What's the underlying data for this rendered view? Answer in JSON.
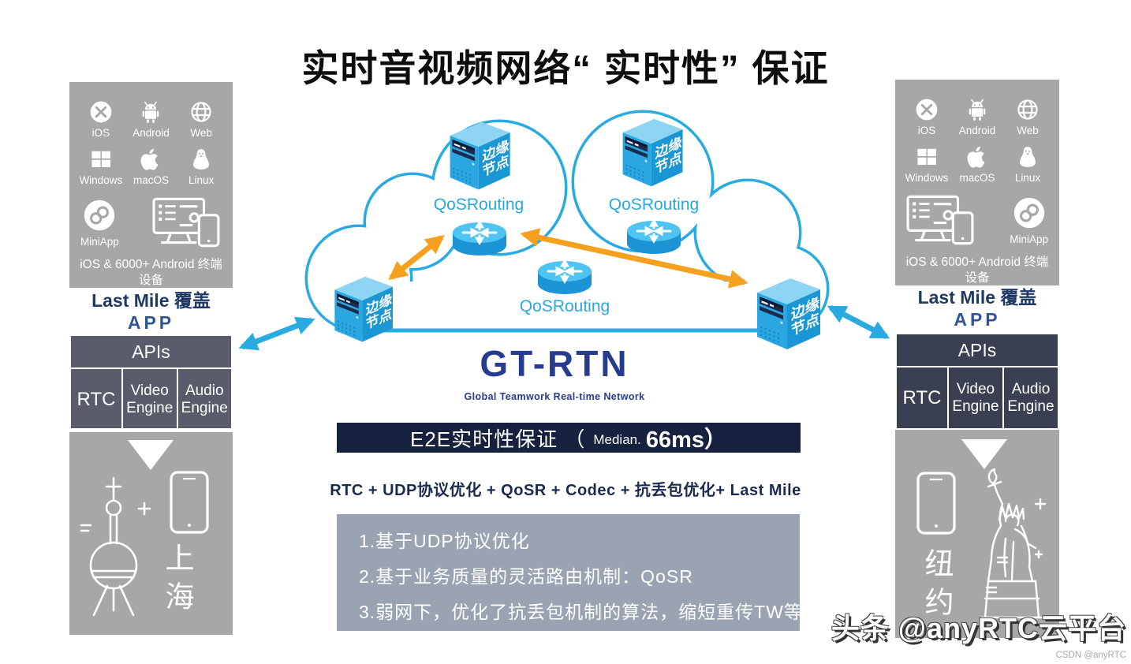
{
  "title": "实时音视频网络“ 实时性” 保证",
  "platforms": {
    "ios": "iOS",
    "android": "Android",
    "web": "Web",
    "windows": "Windows",
    "macos": "macOS",
    "linux": "Linux",
    "miniapp": "MiniApp"
  },
  "device_caption": "iOS & 6000+ Android 终端设备",
  "coverage": {
    "line1": "Last Mile 覆盖",
    "line2": "APP"
  },
  "api_stack": {
    "header": "APIs",
    "cells": [
      "RTC",
      "Video Engine",
      "Audio Engine"
    ]
  },
  "cities": {
    "left": "上海",
    "right": "纽约"
  },
  "diagram": {
    "edge_node_line1": "边缘",
    "edge_node_line2": "节点",
    "qos_routing": "QoSRouting",
    "network_title": "GT-RTN",
    "network_subtitle": "Global Teamwork Real-time Network"
  },
  "banner": {
    "prefix": "E2E实时性保证 （",
    "median_label": "Median.",
    "value": "66ms）"
  },
  "formula": "RTC + UDP协议优化 + QoSR + Codec + 抗丢包优化+ Last Mile",
  "notes": [
    "1.基于UDP协议优化",
    "2.基于业务质量的灵活路由机制：QoSR",
    "3.弱网下，优化了抗丢包机制的算法，缩短重传TW等"
  ],
  "watermark": {
    "main": "头条 @anyRTC云平台",
    "sub": "CSDN @anyRTC"
  },
  "colors": {
    "accent_blue": "#29abe2",
    "orange": "#f5a01e",
    "navy_banner": "#15213f",
    "panel_gray": "#a7a7a7",
    "api_left": "#595d6b",
    "api_right": "#3a3f52",
    "notes_gray": "#9aa3b2",
    "title_blue": "#273c8f"
  }
}
